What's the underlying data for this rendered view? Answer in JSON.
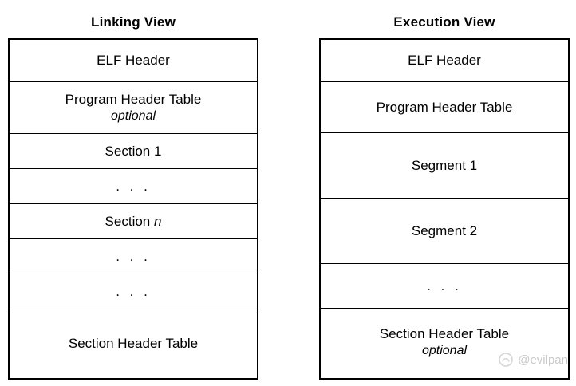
{
  "diagram": {
    "columns": [
      {
        "title": "Linking View",
        "rows": [
          {
            "label": "ELF Header",
            "sub": "",
            "height": 53
          },
          {
            "label": "Program Header Table",
            "sub": "optional",
            "height": 65
          },
          {
            "label": "Section 1",
            "sub": "",
            "height": 44
          },
          {
            "label": ". . .",
            "sub": "",
            "height": 44
          },
          {
            "label": "Section",
            "italic_suffix": "n",
            "sub": "",
            "height": 44
          },
          {
            "label": ". . .",
            "sub": "",
            "height": 44
          },
          {
            "label": ". . .",
            "sub": "",
            "height": 44
          },
          {
            "label": "Section Header Table",
            "sub": "",
            "height": 90
          }
        ]
      },
      {
        "title": "Execution View",
        "rows": [
          {
            "label": "ELF Header",
            "sub": "",
            "height": 53
          },
          {
            "label": "Program Header Table",
            "sub": "",
            "height": 64
          },
          {
            "label": "Segment 1",
            "sub": "",
            "height": 82
          },
          {
            "label": "Segment 2",
            "sub": "",
            "height": 82
          },
          {
            "label": ". . .",
            "sub": "",
            "height": 56
          },
          {
            "label": "Section Header Table",
            "sub": "optional",
            "height": 87
          }
        ]
      }
    ]
  },
  "watermark": {
    "handle": "@evilpan"
  }
}
